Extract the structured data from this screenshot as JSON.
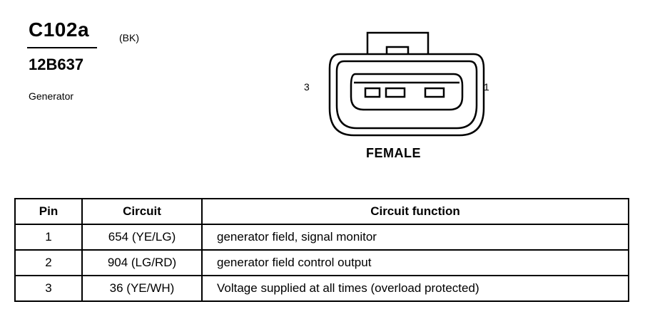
{
  "connector": {
    "id": "C102a",
    "color_code": "(BK)",
    "part_number": "12B637",
    "component": "Generator",
    "pin_left_label": "3",
    "pin_right_label": "1",
    "gender": "FEMALE"
  },
  "table": {
    "headers": {
      "pin": "Pin",
      "circuit": "Circuit",
      "function": "Circuit function"
    },
    "rows": [
      {
        "pin": "1",
        "circuit": "654 (YE/LG)",
        "function": "generator field, signal monitor"
      },
      {
        "pin": "2",
        "circuit": "904 (LG/RD)",
        "function": "generator field control output"
      },
      {
        "pin": "3",
        "circuit": "36 (YE/WH)",
        "function": "Voltage supplied at all times (overload protected)"
      }
    ]
  }
}
